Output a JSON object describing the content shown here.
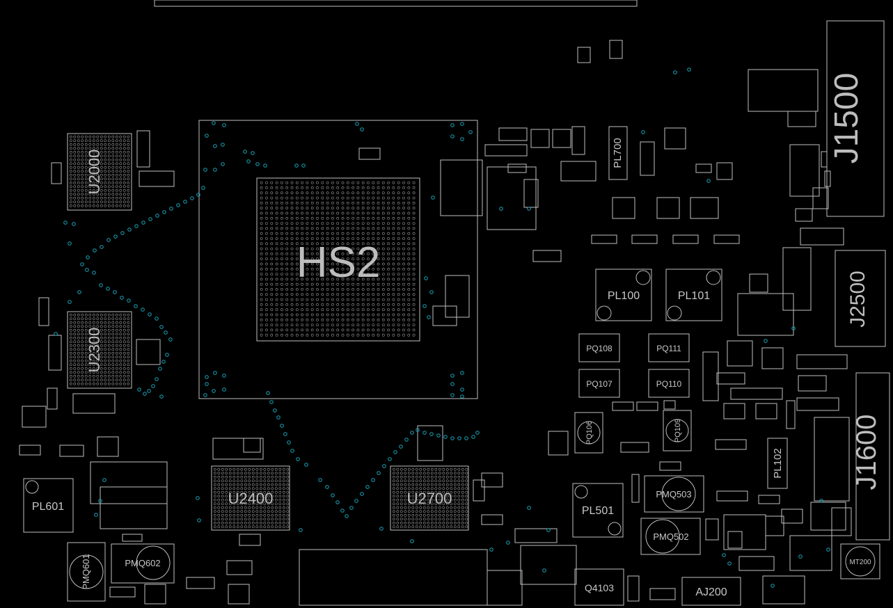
{
  "board": {
    "main_chip": {
      "label": "HS2"
    },
    "chips": [
      {
        "id": "u2000",
        "label": "U2000"
      },
      {
        "id": "u2300",
        "label": "U2300"
      },
      {
        "id": "u2400",
        "label": "U2400"
      },
      {
        "id": "u2700",
        "label": "U2700"
      }
    ],
    "connectors": [
      {
        "id": "j1500",
        "label": "J1500"
      },
      {
        "id": "j2500",
        "label": "J2500"
      },
      {
        "id": "j1600",
        "label": "J1600"
      }
    ],
    "inductors": [
      {
        "id": "pl100",
        "label": "PL100"
      },
      {
        "id": "pl101",
        "label": "PL101"
      },
      {
        "id": "pl501",
        "label": "PL501"
      },
      {
        "id": "pl601",
        "label": "PL601"
      },
      {
        "id": "pl700",
        "label": "PL700"
      },
      {
        "id": "pl102",
        "label": "PL102"
      }
    ],
    "transistors": [
      {
        "id": "pq108",
        "label": "PQ108"
      },
      {
        "id": "pq111",
        "label": "PQ111"
      },
      {
        "id": "pq107",
        "label": "PQ107"
      },
      {
        "id": "pq110",
        "label": "PQ110"
      },
      {
        "id": "pq106",
        "label": "PQ106"
      },
      {
        "id": "pq109",
        "label": "PQ109"
      },
      {
        "id": "pmq503",
        "label": "PMQ503"
      },
      {
        "id": "pmq502",
        "label": "PMQ502"
      },
      {
        "id": "pmq601",
        "label": "PMQ601"
      },
      {
        "id": "pmq602",
        "label": "PMQ602"
      }
    ],
    "misc": [
      {
        "id": "q4103",
        "label": "Q4103"
      },
      {
        "id": "aj200",
        "label": "AJ200"
      },
      {
        "id": "mt200",
        "label": "MT200"
      }
    ]
  },
  "colors": {
    "background": "#000000",
    "outline": "#bfbfbf",
    "via": "#1aa3b8",
    "label": "#c8c8c8"
  }
}
